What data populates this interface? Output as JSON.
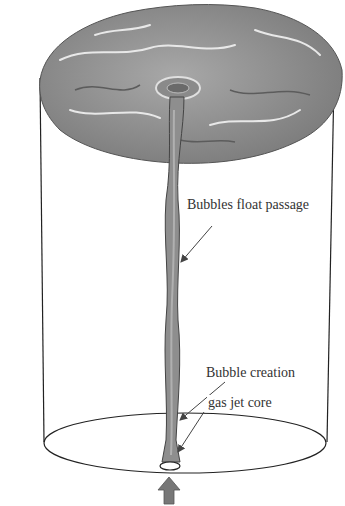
{
  "diagram": {
    "labels": [
      "Bubbles float passage",
      "Bubble creation",
      "gas jet core"
    ]
  }
}
